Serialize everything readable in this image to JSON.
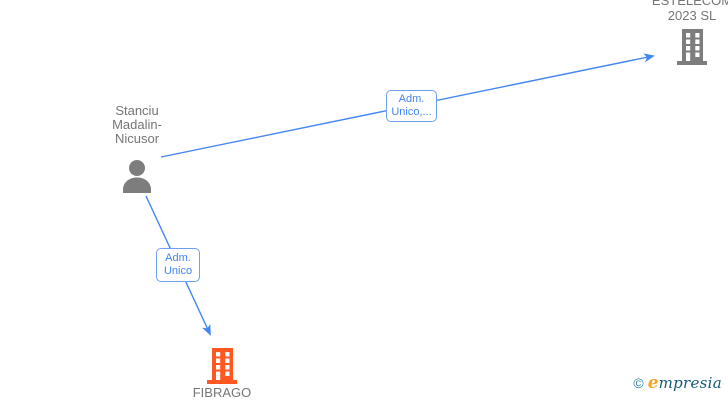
{
  "colors": {
    "edge-blue": "#4285f4",
    "label-border-blue": "#6ea0f2",
    "node-gray": "#7d7d7d",
    "text-gray": "#757575",
    "company-orange": "#ff5722",
    "watermark-teal": "#2e7f9f",
    "watermark-dark": "#155a77",
    "watermark-orange": "#f5a325"
  },
  "diagram": {
    "person": {
      "name_lines": [
        "Stanciu",
        "Madalin-",
        "Nicusor"
      ]
    },
    "companies": [
      {
        "label_lines": [
          "ESTELECOM",
          "2023 SL"
        ]
      },
      {
        "label": "FIBRAGO"
      }
    ],
    "edges": [
      {
        "label_lines": [
          "Adm.",
          "Unico,..."
        ]
      },
      {
        "label_lines": [
          "Adm.",
          "Unico"
        ]
      }
    ]
  },
  "watermark": {
    "copyright_symbol": "©",
    "brand_first_letter": "e",
    "brand_rest": "mpresia"
  }
}
